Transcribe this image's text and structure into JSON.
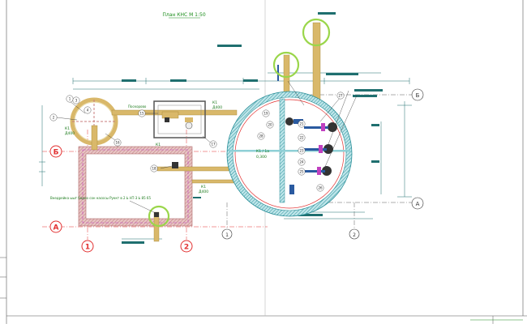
{
  "title": "План КНС М 1:50",
  "axes": {
    "letter_b": "Б",
    "letter_a": "А",
    "num_1": "1",
    "num_2": "2"
  },
  "labels": {
    "plan_note": "Поскорово",
    "install_note": "Внедрейка ыыт бадно сон насосы Руккт в 2 Ь НТ-3 Ь 85 65",
    "tag_k1": "К1",
    "tag_d400": "Д400",
    "tag_d400b": "Д400",
    "tag_d400c": "Д400",
    "tag_k1b": "К1",
    "tag_k1c": "К1",
    "tag_k1d": "К1",
    "tag_el": "0,300",
    "tag_el2": "К1 / 1а"
  },
  "callouts": [
    "1",
    "2",
    "3",
    "4",
    "15",
    "16",
    "17",
    "18",
    "19",
    "20",
    "21",
    "22",
    "23",
    "24",
    "25",
    "26",
    "27",
    "28"
  ],
  "colors": {
    "wall_hatch": "#3aa0a8",
    "brick": "#c87c7c",
    "pipe": "#d9b86a",
    "red_line": "#e23030",
    "pipe_blue": "#2a5aa0",
    "dim": "#1f6f6f",
    "green_circle": "#9ad64a",
    "magenta": "#c040c0"
  }
}
